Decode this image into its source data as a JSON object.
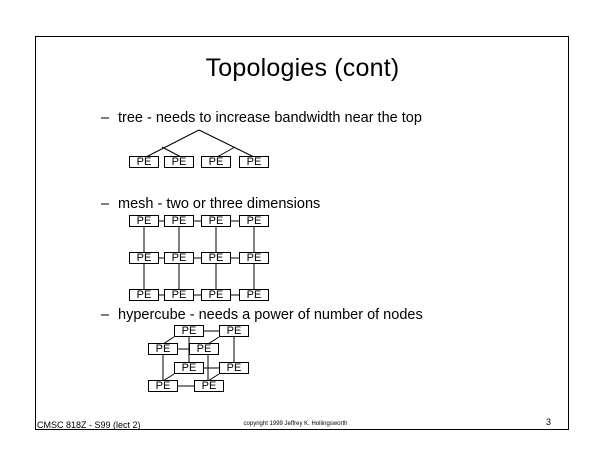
{
  "slide": {
    "title": "Topologies (cont)",
    "bullet_marker": "–",
    "bullets": [
      {
        "text": "tree - needs to increase bandwidth near the top"
      },
      {
        "text": "mesh - two or three dimensions"
      },
      {
        "text": "hypercube - needs a power of number of nodes"
      }
    ],
    "node_label": "PE"
  },
  "footer": {
    "course": "CMSC 818Z - S99  (lect 2)",
    "copyright": "copyright 1999 Jeffrey K. Hollingsworth",
    "page_number": "3"
  }
}
